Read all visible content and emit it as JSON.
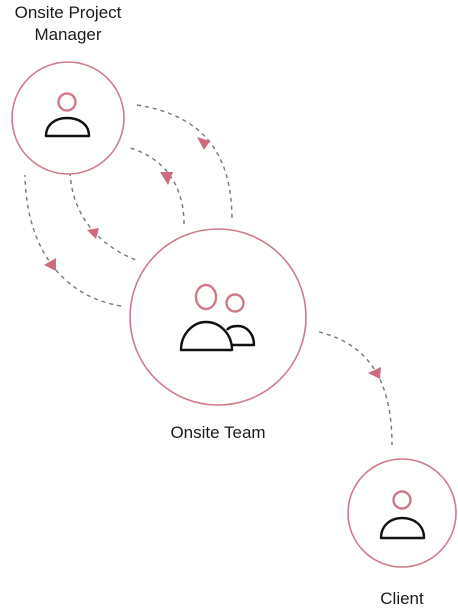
{
  "nodes": {
    "project_manager": {
      "label_line1": "Onsite Project",
      "label_line2": "Manager",
      "icon": "person-icon"
    },
    "team": {
      "label": "Onsite Team",
      "icon": "group-icon"
    },
    "client": {
      "label": "Client",
      "icon": "person-icon"
    }
  },
  "colors": {
    "accent": "#d07a8a",
    "arrow": "#cf6a7f",
    "connector": "#777777",
    "icon_body": "#111111"
  }
}
